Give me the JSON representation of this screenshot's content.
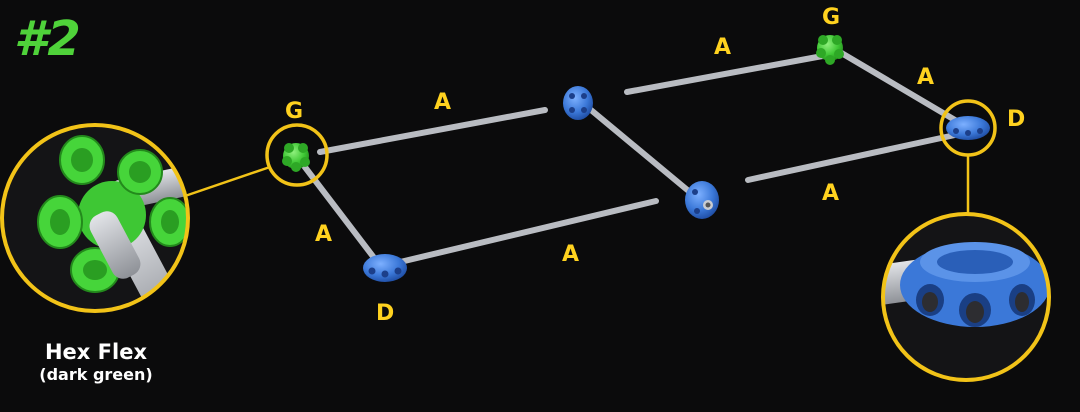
{
  "step_number": "#2",
  "rod_labels": [
    "A",
    "A",
    "A",
    "A",
    "A",
    "A"
  ],
  "connector_labels": {
    "left_green": "G",
    "top_green": "G",
    "bottom_blue": "D",
    "right_blue": "D"
  },
  "callout_caption": {
    "title": "Hex Flex",
    "subtitle": "(dark green)"
  },
  "colors": {
    "background": "#0b0b0c",
    "accent_yellow": "#f2c318",
    "label_yellow": "#ffd21f",
    "green_connector": "#3ec734",
    "blue_connector": "#3b78d8",
    "rod": "#b9bcc2",
    "step_number_green": "#4fd23a"
  },
  "icons": [
    "hex-flex-green-icon",
    "blue-connector-icon"
  ]
}
